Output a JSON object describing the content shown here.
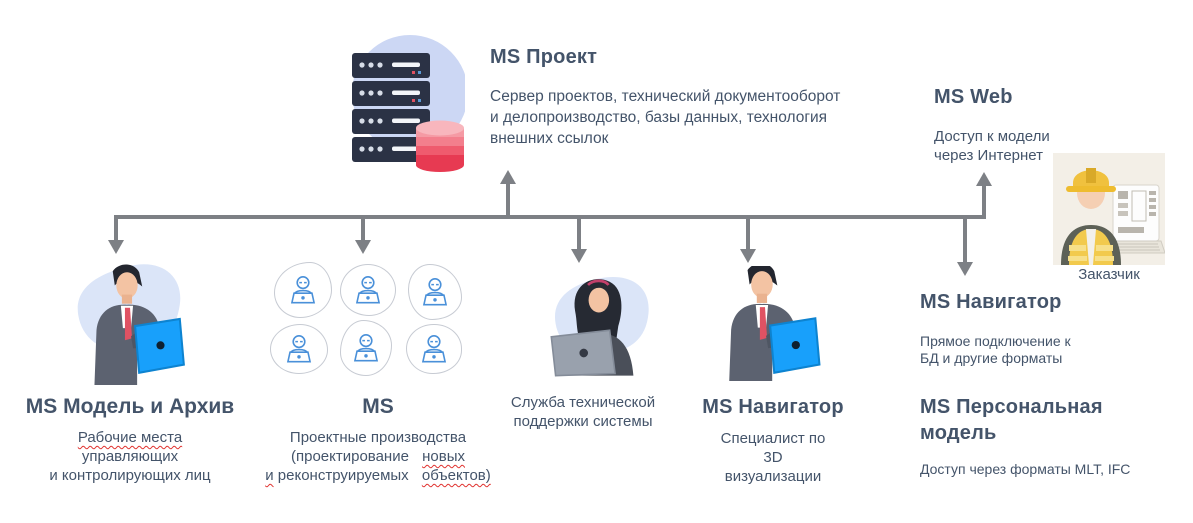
{
  "palette": {
    "text": "#44546a",
    "arrow": "#7d8085",
    "spellcheck_red": "#e0312e",
    "laptop_blue": "#18a0fb",
    "blob_blue": "#dbe5f8",
    "server_dark": "#2b3245",
    "db_red": "#e73a52",
    "vest_yellow": "#f2ca4d"
  },
  "server": {
    "icon": "server-rack-database-icon",
    "title": "MS Проект",
    "lines": [
      "Сервер проектов, технический  документооборот",
      "и делопроизводство,  базы данных, технология",
      "внешних ссылок"
    ]
  },
  "web": {
    "title": "MS Web",
    "line1": "Доступ к модели",
    "line2": "через Интернет"
  },
  "customer": {
    "icon": "construction-worker-laptop-icon",
    "label": "Заказчик"
  },
  "model_archive": {
    "icon": "businessman-laptop-icon",
    "title": "MS Модель и Архив",
    "line1": "Рабочие места",
    "line2": "управляющих",
    "line3": "и контролирующих лиц"
  },
  "design_offices": {
    "icon": "six-users-at-laptops-icon",
    "title": "MS",
    "line1": "Проектные производства",
    "line2a": "(проектирование ",
    "line2b": "новых",
    "line3a": "и",
    "line3b": " реконструируемых ",
    "line3c": "объектов)"
  },
  "support": {
    "icon": "support-woman-laptop-icon",
    "line1": "Служба технической",
    "line2": "поддержки системы"
  },
  "navigator": {
    "icon": "businessman-laptop-icon",
    "title": "MS Навигатор",
    "line1": "Специалист по",
    "line2": "3D",
    "line3": "визуализации"
  },
  "navigator_db": {
    "title": "MS Навигатор",
    "line1": "Прямое подключение к",
    "line2": "БД и другие форматы"
  },
  "personal_model": {
    "title_line1": "MS Персональная",
    "title_line2": "модель",
    "line1": "Доступ через форматы MLT, IFC"
  }
}
